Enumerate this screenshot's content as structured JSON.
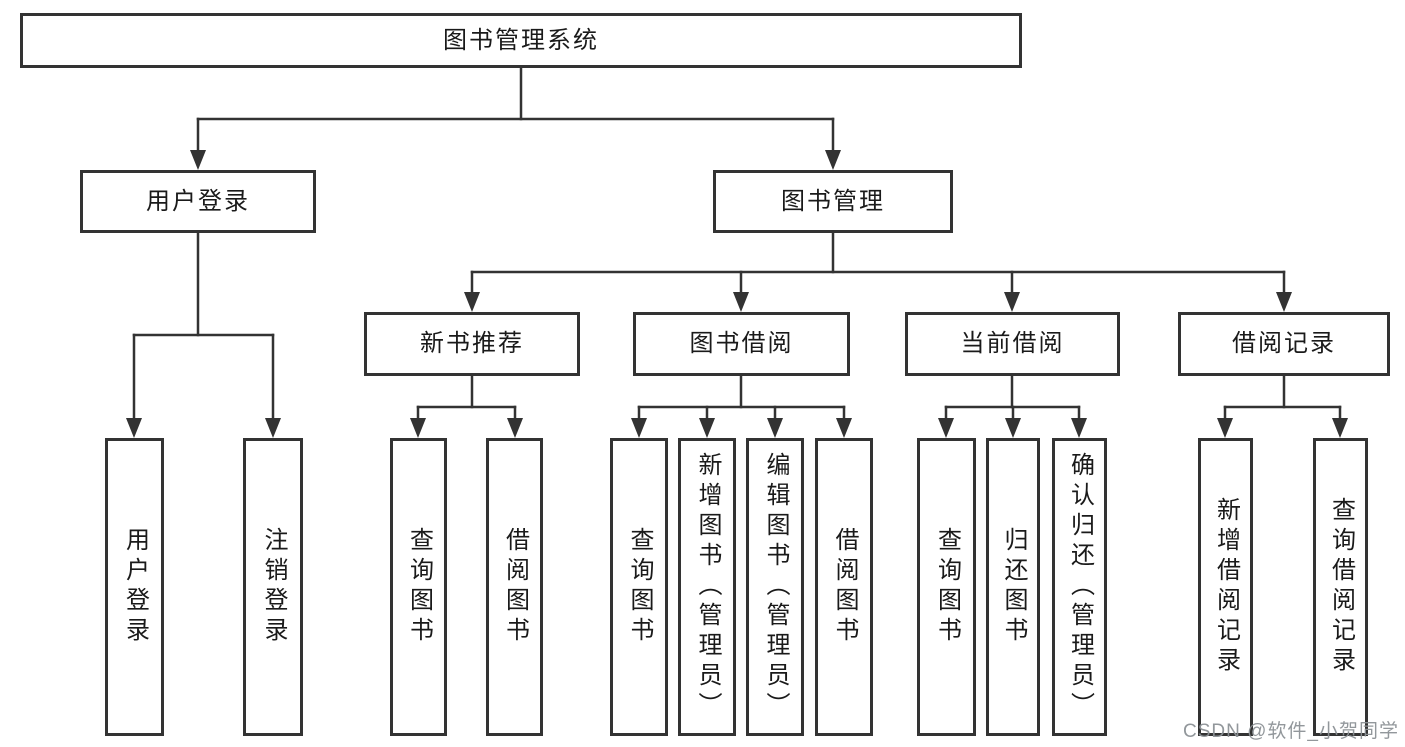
{
  "tree": {
    "label": "图书管理系统",
    "children": [
      {
        "label": "用户登录",
        "children": [
          {
            "label": "用户登录"
          },
          {
            "label": "注销登录"
          }
        ]
      },
      {
        "label": "图书管理",
        "children": [
          {
            "label": "新书推荐",
            "children": [
              {
                "label": "查询图书"
              },
              {
                "label": "借阅图书"
              }
            ]
          },
          {
            "label": "图书借阅",
            "children": [
              {
                "label": "查询图书"
              },
              {
                "label": "新增图书（管理员）"
              },
              {
                "label": "编辑图书（管理员）"
              },
              {
                "label": "借阅图书"
              }
            ]
          },
          {
            "label": "当前借阅",
            "children": [
              {
                "label": "查询图书"
              },
              {
                "label": "归还图书"
              },
              {
                "label": "确认归还（管理员）"
              }
            ]
          },
          {
            "label": "借阅记录",
            "children": [
              {
                "label": "新增借阅记录"
              },
              {
                "label": "查询借阅记录"
              }
            ]
          }
        ]
      }
    ]
  },
  "watermark": {
    "text": "CSDN @软件_小贺同学"
  },
  "colors": {
    "line": "#333333",
    "text": "#1a1a1a",
    "background": "#ffffff",
    "watermark": "#8c9196"
  }
}
